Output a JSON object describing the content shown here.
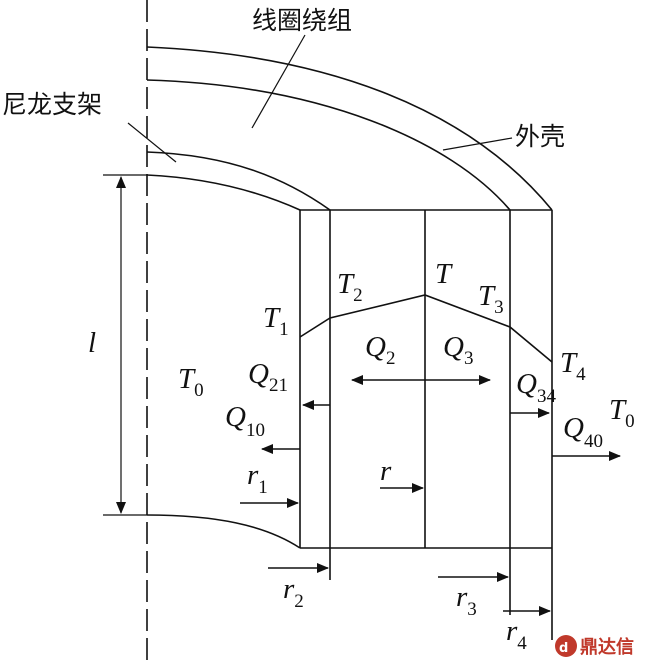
{
  "labels": {
    "coil": "线圈绕组",
    "nylon": "尼龙支架",
    "shell": "外壳"
  },
  "symbols": {
    "T0_left": {
      "main": "T",
      "sub": "0"
    },
    "T0_right": {
      "main": "T",
      "sub": "0"
    },
    "T": {
      "main": "T",
      "sub": ""
    },
    "T1": {
      "main": "T",
      "sub": "1"
    },
    "T2": {
      "main": "T",
      "sub": "2"
    },
    "T3": {
      "main": "T",
      "sub": "3"
    },
    "T4": {
      "main": "T",
      "sub": "4"
    },
    "Q10": {
      "main": "Q",
      "sub": "10"
    },
    "Q21": {
      "main": "Q",
      "sub": "21"
    },
    "Q2": {
      "main": "Q",
      "sub": "2"
    },
    "Q3": {
      "main": "Q",
      "sub": "3"
    },
    "Q34": {
      "main": "Q",
      "sub": "34"
    },
    "Q40": {
      "main": "Q",
      "sub": "40"
    },
    "r": {
      "main": "r",
      "sub": ""
    },
    "r1": {
      "main": "r",
      "sub": "1"
    },
    "r2": {
      "main": "r",
      "sub": "2"
    },
    "r3": {
      "main": "r",
      "sub": "3"
    },
    "r4": {
      "main": "r",
      "sub": "4"
    },
    "l": {
      "main": "l",
      "sub": ""
    }
  },
  "watermark": {
    "text": "鼎达信"
  },
  "colors": {
    "ink": "#111111",
    "watermark": "#c0392b"
  }
}
